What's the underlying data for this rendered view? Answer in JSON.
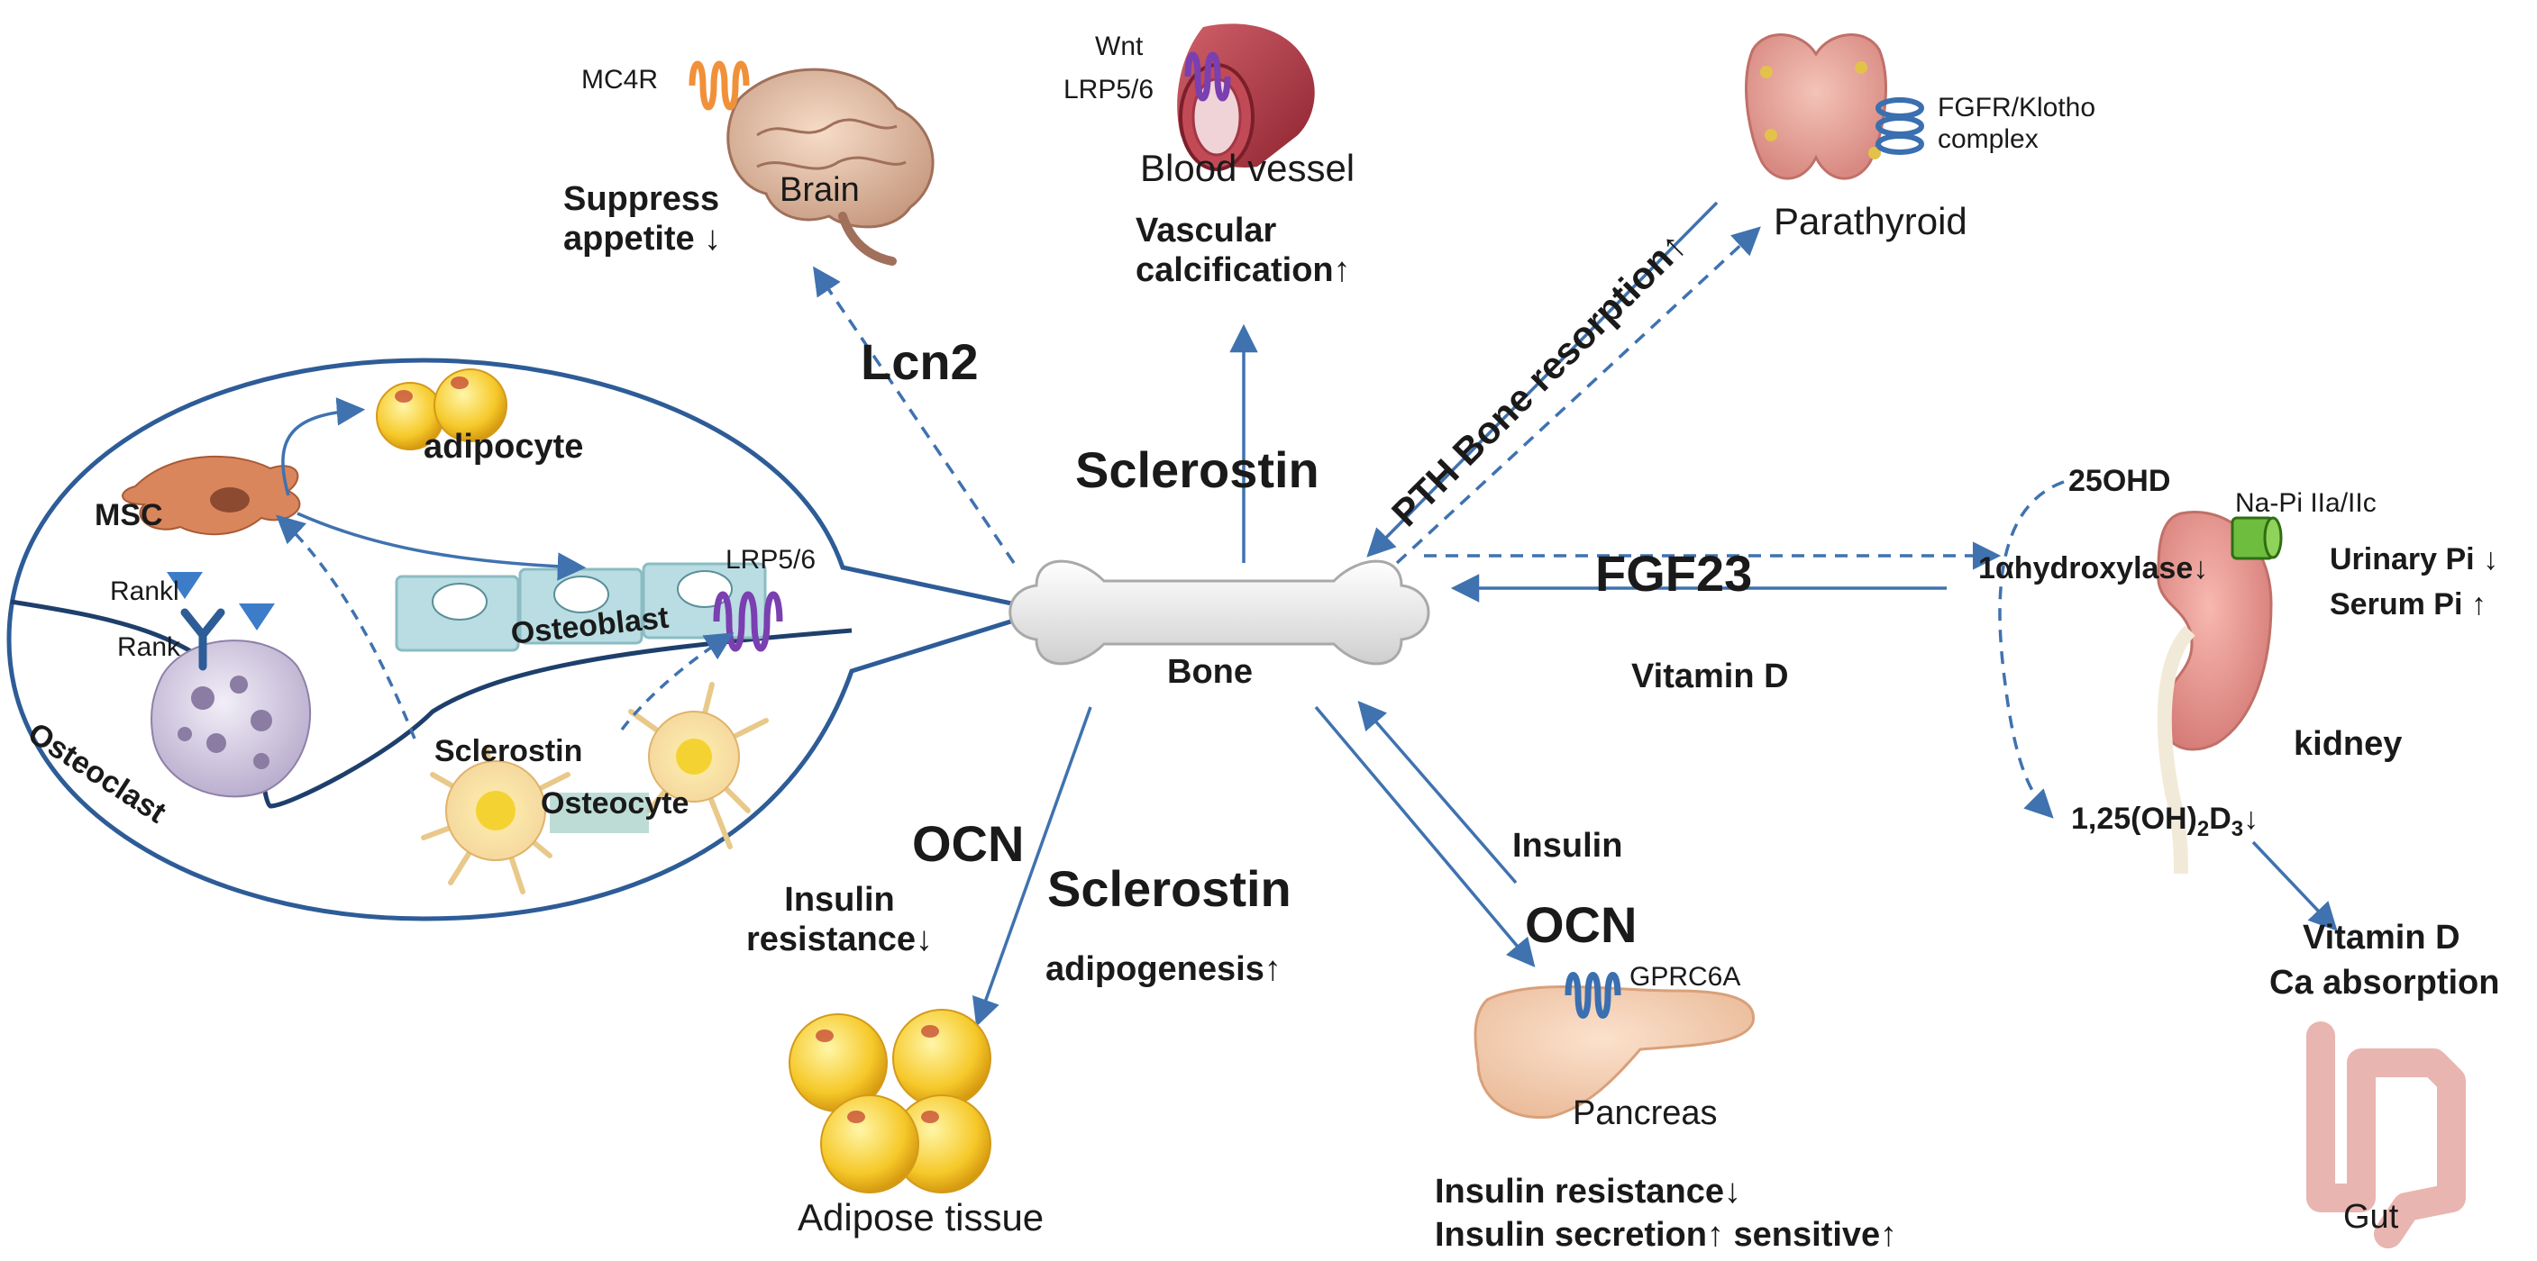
{
  "center": {
    "bone": "Bone"
  },
  "brain": {
    "receptor": "MC4R",
    "organ": "Brain",
    "effect": "Suppress\nappetite ↓",
    "mediator": "Lcn2"
  },
  "vessel": {
    "receptor1": "Wnt",
    "receptor2": "LRP5/6",
    "organ": "Blood vessel",
    "effect": "Vascular\ncalcification↑",
    "mediator": "Sclerostin"
  },
  "parathyroid": {
    "receptor": "FGFR/Klotho\ncomplex",
    "organ": "Parathyroid",
    "mediator": "PTH Bone resorption↑"
  },
  "kidney": {
    "mediator": "FGF23",
    "return": "Vitamin D",
    "ohd": "25OHD",
    "enzyme": "1αhydroxylase↓",
    "transporter": "Na-Pi IIa/IIc",
    "urinary": "Urinary Pi ↓",
    "serum": "Serum Pi ↑",
    "organ": "kidney",
    "active": "1,25(OH)",
    "active_sub1": "2",
    "active_mid": "D",
    "active_sub2": "3",
    "active_end": "↓"
  },
  "gut": {
    "line1": "Vitamin D",
    "line2": "Ca absorption",
    "organ": "Gut"
  },
  "pancreas": {
    "input": "Insulin",
    "mediator": "OCN",
    "receptor": "GPRC6A",
    "organ": "Pancreas",
    "effect1": "Insulin resistance↓",
    "effect2": "Insulin secretion↑ sensitive↑"
  },
  "adipose": {
    "mediator1": "OCN",
    "effect1": "Insulin\nresistance↓",
    "mediator2": "Sclerostin",
    "effect2": "adipogenesis↑",
    "organ": "Adipose tissue"
  },
  "inset": {
    "adipocyte": "adipocyte",
    "msc": "MSC",
    "rankl": "Rankl",
    "rank": "Rank",
    "osteoblast": "Osteoblast",
    "lrp": "LRP5/6",
    "sclerostin": "Sclerostin",
    "osteocyte": "Osteocyte",
    "osteoclast": "Osteoclast"
  },
  "colors": {
    "arrow": "#3f72af",
    "receptor_purple": "#7a3fb0",
    "receptor_orange": "#f0913a",
    "receptor_blue": "#3a6fb0"
  }
}
